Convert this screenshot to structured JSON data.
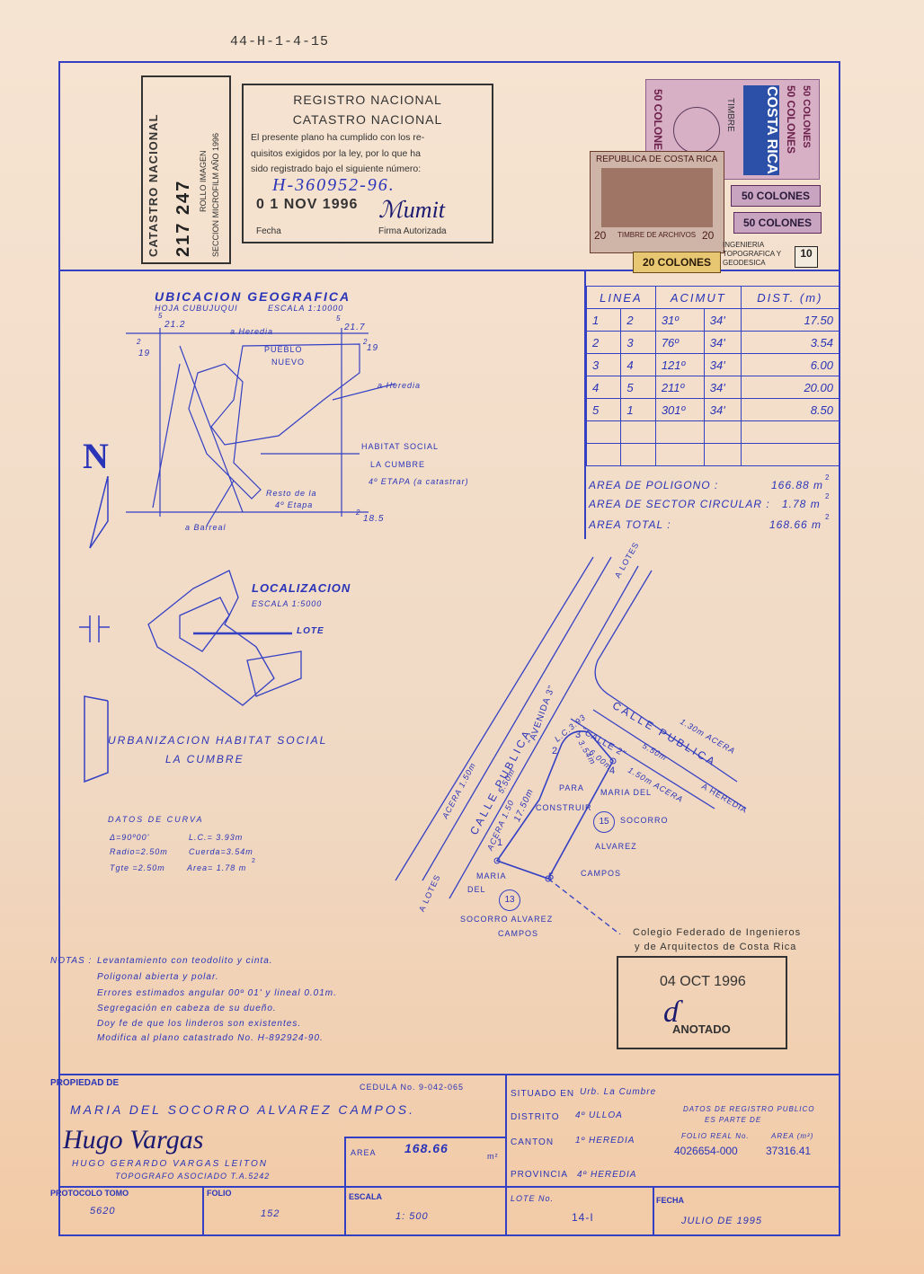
{
  "sheet_id": "44-H-1-4-15",
  "catastro_box": {
    "title": "CATASTRO NACIONAL",
    "number": "217 247",
    "rollo": "ROLLO IMAGEN",
    "seccion": "SECCION MICROFILM AÑO 1996"
  },
  "registro_stamp": {
    "line1": "REGISTRO NACIONAL",
    "line2": "CATASTRO NACIONAL",
    "text1": "El presente plano ha cumplido con los re-",
    "text2": "quisitos exigidos por la ley, por lo que ha",
    "text3": "sido registrado bajo el siguiente número:",
    "number": "H-360952-96.",
    "date": "0 1 NOV 1996",
    "fecha_label": "Fecha",
    "firma_label": "Firma Autorizada"
  },
  "stamps": {
    "s1": "50 COLONES",
    "s2": "50 COLONES",
    "s3": "50 COLONES",
    "s4": "50 COLONES",
    "s5": "20 COLONES",
    "s6": "10",
    "costa_rica": "COSTA RICA",
    "timbre": "TIMBRE",
    "republica": "REPUBLICA DE COSTA RICA",
    "archivos": "TIMBRE DE ARCHIVOS",
    "n20a": "20",
    "n20b": "20",
    "ingenieria": "INGENIERIA TOPOGRAFICA Y GEODESICA"
  },
  "ubicacion": {
    "title": "UBICACION GEOGRAFICA",
    "hoja": "HOJA CUBUJUQUI",
    "escala": "ESCALA 1:10000",
    "c1": "21.2",
    "c2": "21.7",
    "c3": "19",
    "c4": "19",
    "c5": "18.5",
    "c6": "5",
    "c7": "5",
    "c8": "2",
    "c9": "2",
    "c10": "2",
    "heredia1": "a Heredia",
    "heredia2": "a Heredia",
    "pueblo": "PUEBLO",
    "nuevo": "NUEVO",
    "habitat": "HABITAT SOCIAL",
    "cumbre": "LA CUMBRE",
    "etapa": "4º ETAPA (a catastrar)",
    "resto": "Resto de la",
    "resto2": "4º Etapa",
    "barreal": "a Barreal"
  },
  "north": "N",
  "localizacion": {
    "title": "LOCALIZACION",
    "escala": "ESCALA 1:5000",
    "lote": "LOTE",
    "urb1": "URBANIZACION HABITAT SOCIAL",
    "urb2": "LA CUMBRE"
  },
  "table": {
    "h1": "LINEA",
    "h2": "ACIMUT",
    "h3": "DIST. (m)",
    "rows": [
      [
        "1",
        "2",
        "31º",
        "34'",
        "17.50"
      ],
      [
        "2",
        "3",
        "76º",
        "34'",
        "3.54"
      ],
      [
        "3",
        "4",
        "121º",
        "34'",
        "6.00"
      ],
      [
        "4",
        "5",
        "211º",
        "34'",
        "20.00"
      ],
      [
        "5",
        "1",
        "301º",
        "34'",
        "8.50"
      ]
    ]
  },
  "areas": {
    "l1": "AREA DE POLIGONO :",
    "v1": "166.88 m",
    "l2": "AREA DE SECTOR CIRCULAR :",
    "v2": "1.78 m",
    "l3": "AREA TOTAL :",
    "v3": "168.66 m",
    "sup": "2"
  },
  "plan": {
    "a_lotes1": "A LOTES",
    "a_lotes2": "A LOTES",
    "calle_publica": "CALLE PUBLICA",
    "acera150": "ACERA 1.50m",
    "c550": "5.50m",
    "avenida": "\"AVENIDA 3\"",
    "calle2": "\"CALLE 2\"",
    "calle_publica2": "CALLE PUBLICA",
    "acera130": "1.30m ACERA",
    "c550b": "5.50m",
    "acera150b": "1.50m ACERA",
    "a_heredia": "A HEREDIA",
    "acera150c": "ACERA 1.50",
    "d393": "L.C.3.93",
    "d354": "3.54m",
    "d600": "6.00m",
    "d1750": "17.50m",
    "para": "PARA",
    "construir": "CONSTRUIR",
    "maria1": "MARIA DEL",
    "socorro1": "SOCORRO",
    "alvarez1": "ALVAREZ",
    "campos1": "CAMPOS",
    "n15": "15",
    "maria2": "MARIA",
    "del2": "DEL",
    "n13": "13",
    "socorro2": "SOCORRO ALVAREZ",
    "campos2": "CAMPOS",
    "p1": "1",
    "p2": "2",
    "p3": "3",
    "p4": "4",
    "p5": "5"
  },
  "curva": {
    "title": "DATOS DE CURVA",
    "delta": "Δ=90º00'",
    "lc": "L.C.= 3.93m",
    "radio": "Radio=2.50m",
    "cuerda": "Cuerda=3.54m",
    "tgte": "Tgte =2.50m",
    "area": "Area= 1.78 m",
    "sup": "2"
  },
  "colegio": {
    "l1": "Colegio Federado de Ingenieros",
    "l2": "y de Arquitectos de Costa Rica",
    "date": "04 OCT 1996",
    "anotado": "ANOTADO"
  },
  "notas": {
    "label": "NOTAS :",
    "n1": "Levantamiento con teodolito y cinta.",
    "n2": "Poligonal abierta y polar.",
    "n3": "Errores estimados angular 00º 01' y lineal 0.01m.",
    "n4": "Segregación en cabeza de su dueño.",
    "n5": "Doy fe de que los linderos son existentes.",
    "n6": "Modifica al plano catastrado No. H-892924-90."
  },
  "footer": {
    "propiedad_label": "PROPIEDAD DE",
    "cedula": "CEDULA No. 9-042-065",
    "owner": "MARIA DEL SOCORRO ALVAREZ CAMPOS.",
    "topografo": "HUGO GERARDO VARGAS LEITON",
    "asociado": "TOPOGRAFO ASOCIADO T.A.5242",
    "area_label": "AREA",
    "area_value": "168.66",
    "area_unit": "m²",
    "situado_label": "SITUADO EN",
    "situado": "Urb. La Cumbre",
    "distrito_label": "DISTRITO",
    "distrito": "4º ULLOA",
    "canton_label": "CANTON",
    "canton": "1º HEREDIA",
    "provincia_label": "PROVINCIA",
    "provincia": "4º HEREDIA",
    "datos1": "DATOS DE REGISTRO PUBLICO",
    "datos2": "ES PARTE DE",
    "folio_real_label": "FOLIO REAL No.",
    "area_m2_label": "AREA (m²)",
    "folio_real": "4026654-000",
    "area_m2": "37316.41",
    "protocolo_label": "PROTOCOLO TOMO",
    "protocolo": "5620",
    "folio_label": "FOLIO",
    "folio": "152",
    "escala_label": "ESCALA",
    "escala": "1: 500",
    "lote_label": "LOTE No.",
    "lote": "14-I",
    "fecha_label": "FECHA",
    "fecha": "JULIO DE 1995"
  }
}
